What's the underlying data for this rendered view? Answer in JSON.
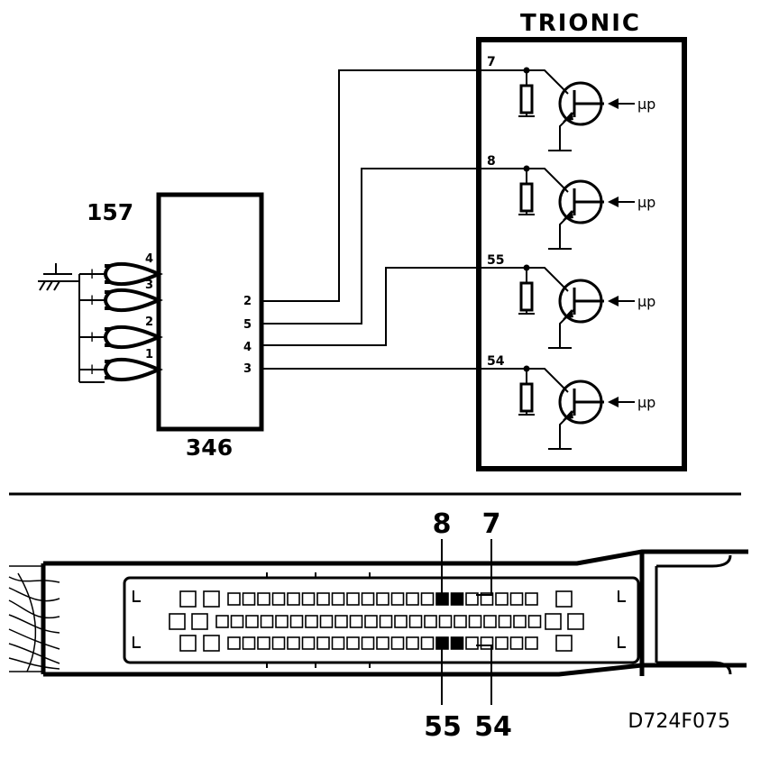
{
  "trionic": {
    "title": "TRIONIC",
    "channels": [
      {
        "pin": "7",
        "signal": "µp"
      },
      {
        "pin": "8",
        "signal": "µp"
      },
      {
        "pin": "55",
        "signal": "µp"
      },
      {
        "pin": "54",
        "signal": "µp"
      }
    ]
  },
  "component_157": {
    "label": "157",
    "coil_numbers": [
      "4",
      "3",
      "2",
      "1"
    ],
    "coil_terminal_mark": "I"
  },
  "component_346": {
    "label": "346",
    "pins": [
      "2",
      "5",
      "4",
      "3"
    ]
  },
  "connector": {
    "callouts_top": [
      "8",
      "7"
    ],
    "callouts_bottom": [
      "55",
      "54"
    ],
    "drawing_code": "D724F075"
  }
}
